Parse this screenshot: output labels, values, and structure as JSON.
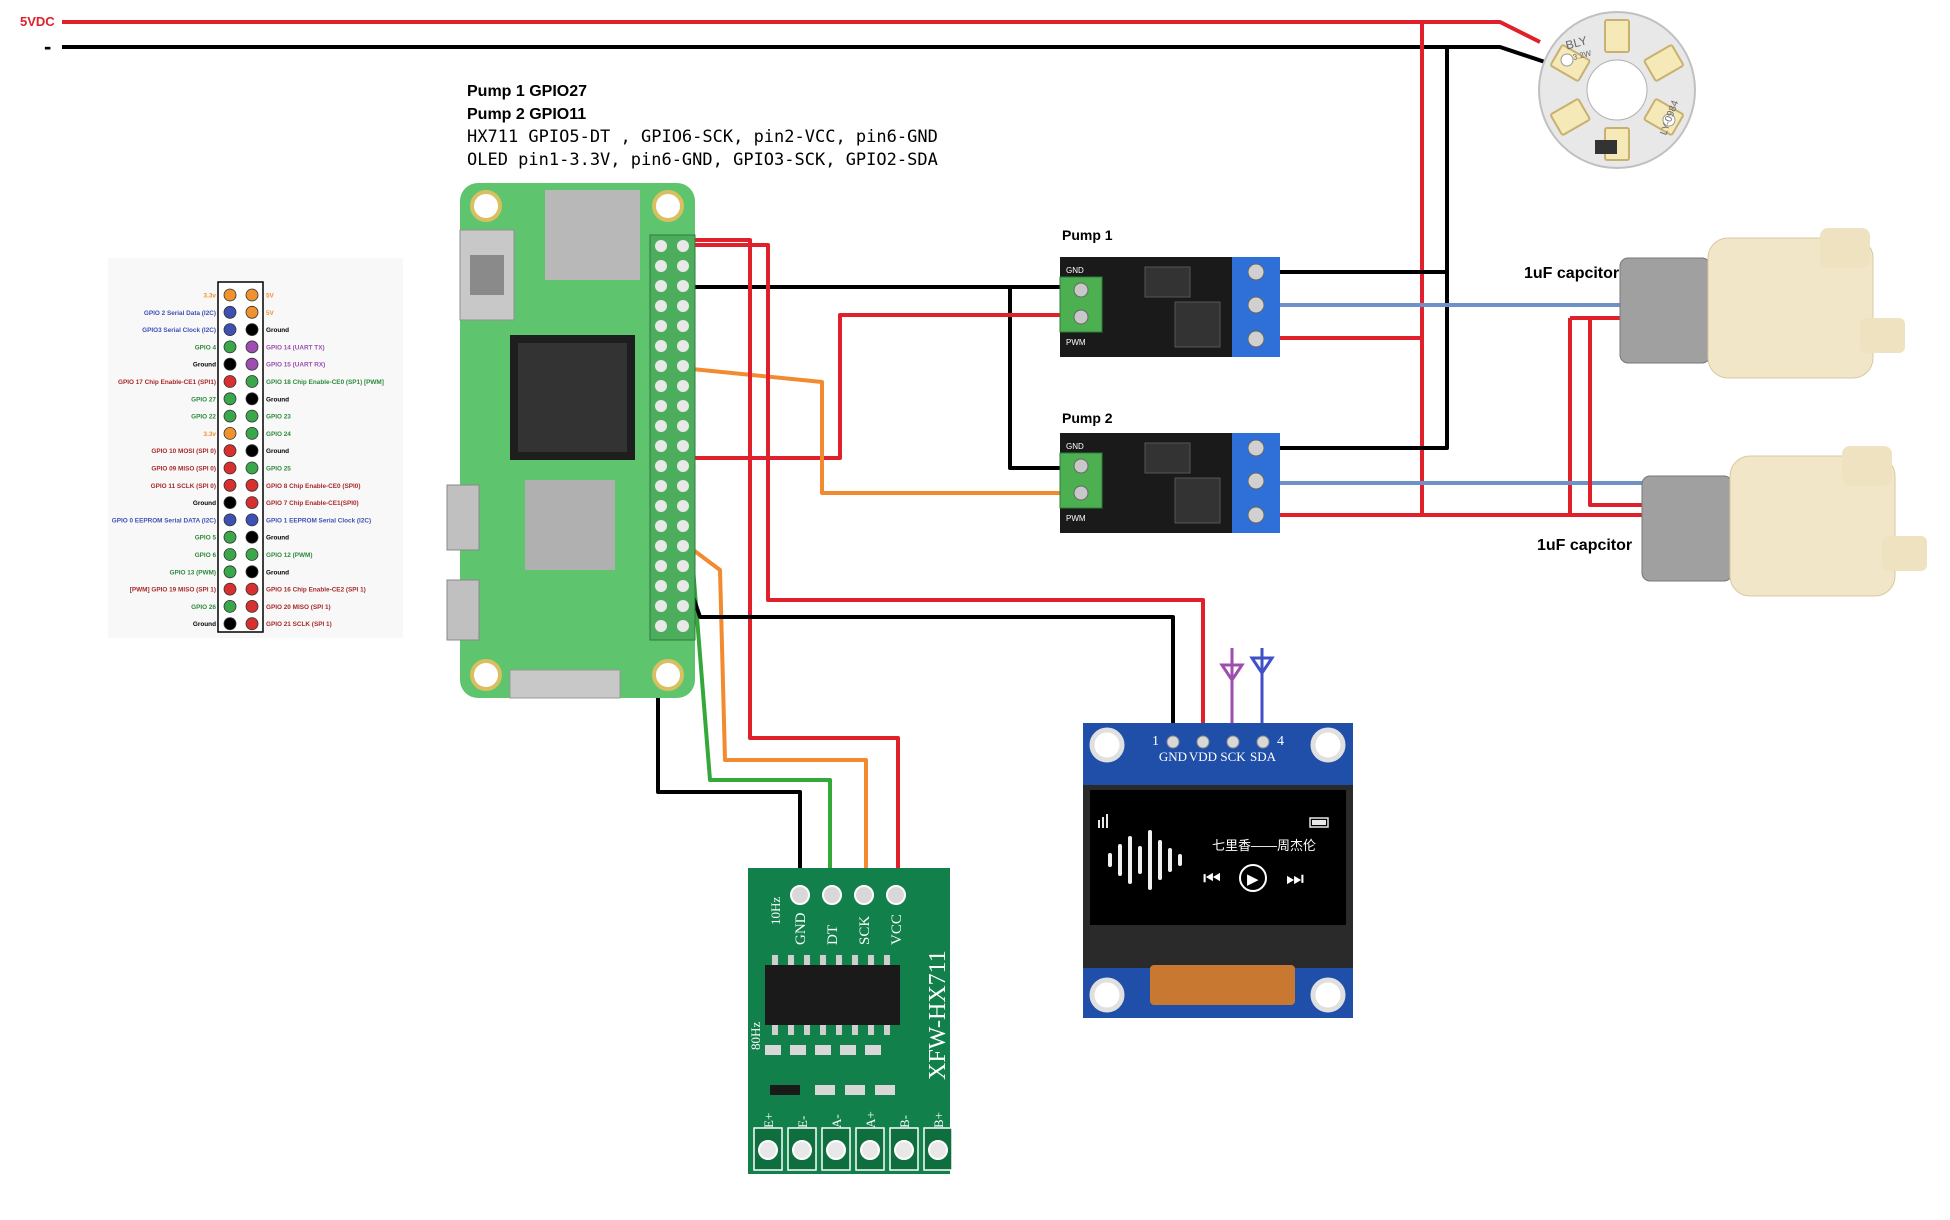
{
  "rails": {
    "positive": "5VDC",
    "negative": "-"
  },
  "notes": [
    "Pump 1 GPIO27",
    "Pump 2 GPIO11",
    "HX711 GPIO5-DT , GPIO6-SCK, pin2-VCC, pin6-GND",
    "OLED pin1-3.3V, pin6-GND, GPIO3-SCK, GPIO2-SDA"
  ],
  "led": {
    "marks": [
      "BLY",
      "3.2W",
      "LY-0984"
    ]
  },
  "drivers": [
    {
      "title": "Pump 1",
      "pwm": "PWM",
      "gnd": "GND"
    },
    {
      "title": "Pump 2",
      "pwm": "PWM",
      "gnd": "GND"
    }
  ],
  "capacitors": [
    "1uF capcitor",
    "1uF capcitor"
  ],
  "oled": {
    "pins": [
      "GND",
      "VDD",
      "SCK",
      "SDA"
    ],
    "pin_first": "1",
    "pin_last": "4",
    "song": "七里香——周杰伦",
    "controls": [
      "⏮",
      "▶",
      "⏭"
    ]
  },
  "hx711": {
    "name": "XFW-HX711",
    "top_pins": [
      "GND",
      "DT",
      "SCK",
      "VCC"
    ],
    "bottom_pins": [
      "E+",
      "E-",
      "A-",
      "A+",
      "B-",
      "B+"
    ],
    "rate_10": "10Hz",
    "rate_80": "80Hz"
  },
  "pinout": {
    "rows": [
      [
        "3.3v",
        "5V"
      ],
      [
        "GPIO 2 Serial Data (I2C)",
        "5V"
      ],
      [
        "GPIO3 Serial Clock (I2C)",
        "Ground"
      ],
      [
        "GPIO 4",
        "GPIO 14 (UART TX)"
      ],
      [
        "Ground",
        "GPIO 15 (UART RX)"
      ],
      [
        "GPIO 17 Chip Enable-CE1 (SPI1)",
        "GPIO 18 Chip Enable-CE0 (SP1) [PWM]"
      ],
      [
        "GPIO 27",
        "Ground"
      ],
      [
        "GPIO 22",
        "GPIO 23"
      ],
      [
        "3.3v",
        "GPIO 24"
      ],
      [
        "GPIO 10 MOSI (SPI 0)",
        "Ground"
      ],
      [
        "GPIO 09 MISO (SPI 0)",
        "GPIO 25"
      ],
      [
        "GPIO 11 SCLK (SPI 0)",
        "GPIO 8 Chip Enable-CE0 (SPI0)"
      ],
      [
        "Ground",
        "GPIO 7 Chip Enable-CE1(SPI0)"
      ],
      [
        "GPIO 0 EEPROM Serial DATA (I2C)",
        "GPIO 1 EEPROM Serial Clock (I2C)"
      ],
      [
        "GPIO 5",
        "Ground"
      ],
      [
        "GPIO 6",
        "GPIO 12 (PWM)"
      ],
      [
        "GPIO 13 (PWM)",
        "Ground"
      ],
      [
        "[PWM] GPIO 19 MISO (SPI 1)",
        "GPIO 16 Chip Enable-CE2 (SPI 1)"
      ],
      [
        "GPIO 26",
        "GPIO 20 MISO (SPI 1)"
      ],
      [
        "Ground",
        "GPIO 21 SCLK (SPI 1)"
      ]
    ],
    "colors": {
      "power3v3": "#f0922e",
      "power5v": "#f0922e",
      "ground": "#000000",
      "gpio": "#3aa84a",
      "i2c": "#3e50b4",
      "uart": "#9c4fb0",
      "spi": "#d83030"
    }
  },
  "colors": {
    "wire_red": "#e0202a",
    "wire_black": "#000000",
    "wire_orange": "#f28a30",
    "wire_green": "#35a83a",
    "wire_blue": "#6f92c6",
    "pi_board": "#5ec46e",
    "driver_board": "#1a1a1a",
    "terminal_blue": "#2f6fd8",
    "oled_pcb": "#1f4fa8",
    "hx_pcb": "#11804a"
  }
}
